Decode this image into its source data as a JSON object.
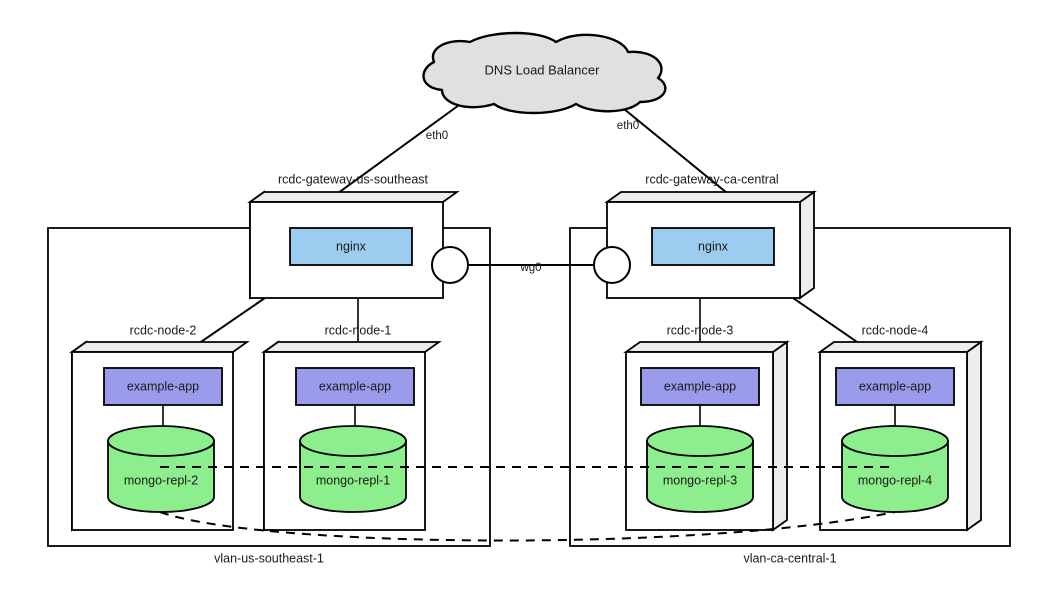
{
  "diagram": {
    "title_text": "DNS Load Balancer",
    "colors": {
      "cloud_fill": "#e0e0e0",
      "nginx_fill": "#9ccdf0",
      "app_fill": "#9b9bec",
      "db_fill": "#8cee8c",
      "box_face": "#ededed",
      "outline": "#000000"
    },
    "cloud": {
      "label": "DNS Load Balancer"
    },
    "links": {
      "eth0_left": "eth0",
      "eth0_right": "eth0",
      "wg0": "wg0"
    },
    "gateways": [
      {
        "name": "rcdc-gateway-us-southeast",
        "service": "nginx",
        "side": "left"
      },
      {
        "name": "rcdc-gateway-ca-central",
        "service": "nginx",
        "side": "right"
      }
    ],
    "vlans": [
      {
        "label": "vlan-us-southeast-1",
        "side": "left"
      },
      {
        "label": "vlan-ca-central-1",
        "side": "right"
      }
    ],
    "nodes": [
      {
        "name": "rcdc-node-2",
        "app": "example-app",
        "db": "mongo-repl-2"
      },
      {
        "name": "rcdc-node-1",
        "app": "example-app",
        "db": "mongo-repl-1"
      },
      {
        "name": "rcdc-node-3",
        "app": "example-app",
        "db": "mongo-repl-3"
      },
      {
        "name": "rcdc-node-4",
        "app": "example-app",
        "db": "mongo-repl-4"
      }
    ]
  }
}
